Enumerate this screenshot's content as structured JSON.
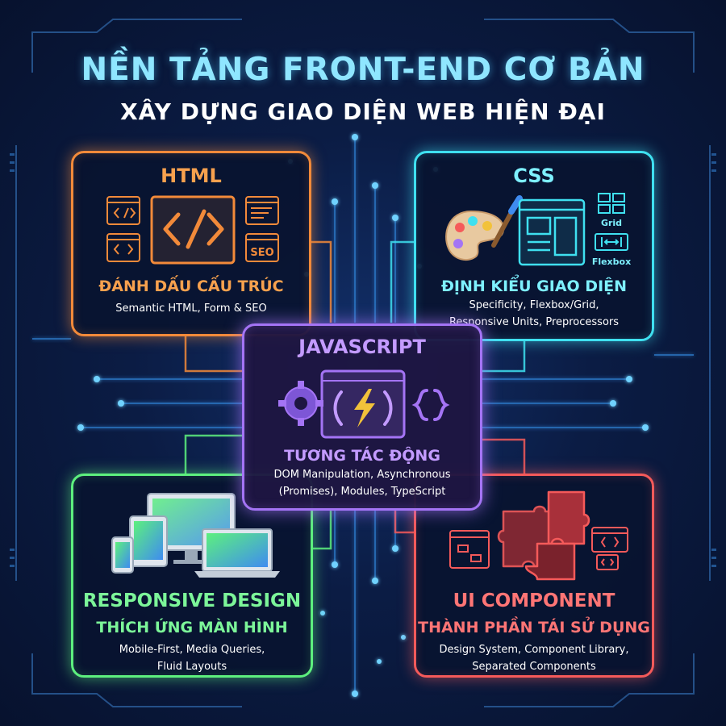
{
  "header": {
    "title": "NỀN TẢNG FRONT-END CƠ BẢN",
    "subtitle": "XÂY DỰNG GIAO DIỆN WEB HIỆN ĐẠI"
  },
  "cards": {
    "html": {
      "title": "HTML",
      "heading": "ĐÁNH DẤU CẤU TRÚC",
      "desc": "Semantic HTML, Form & SEO",
      "icon_labels": {
        "seo": "SEO"
      },
      "color": "#f28a3a"
    },
    "css": {
      "title": "CSS",
      "heading": "ĐỊNH KIỂU GIAO DIỆN",
      "desc_line1": "Specificity, Flexbox/Grid,",
      "desc_line2": "Responsive Units, Preprocessors",
      "icon_labels": {
        "grid": "Grid",
        "flexbox": "Flexbox"
      },
      "color": "#3fe0f0"
    },
    "javascript": {
      "title": "JAVASCRIPT",
      "heading": "TƯƠNG TÁC ĐỘNG",
      "desc_line1": "DOM Manipulation, Asynchronous",
      "desc_line2": "(Promises), Modules, TypeScript",
      "color": "#a474f5"
    },
    "responsive": {
      "title": "RESPONSIVE DESIGN",
      "heading": "THÍCH ỨNG MÀN HÌNH",
      "desc_line1": "Mobile-First, Media Queries,",
      "desc_line2": "Fluid Layouts",
      "color": "#5df07e"
    },
    "ui": {
      "title": "UI COMPONENT",
      "heading": "THÀNH PHẦN TÁI SỬ DỤNG",
      "desc_line1": "Design System, Component Library,",
      "desc_line2": "Separated Components",
      "color": "#f55a5a"
    }
  },
  "icons": {
    "html": [
      "code-window-icon",
      "code-brackets-icon",
      "document-icon",
      "seo-window-icon"
    ],
    "css": [
      "paint-palette-icon",
      "layout-window-icon",
      "grid-icon",
      "flexbox-icon"
    ],
    "javascript": [
      "gear-icon",
      "function-bolt-window-icon",
      "curly-braces-icon"
    ],
    "responsive": [
      "devices-icon"
    ],
    "ui": [
      "puzzle-icon",
      "component-window-icon"
    ]
  },
  "colors": {
    "background": "#0b1c44",
    "circuit": "#3a8fd6",
    "title": "#8fe6ff"
  }
}
